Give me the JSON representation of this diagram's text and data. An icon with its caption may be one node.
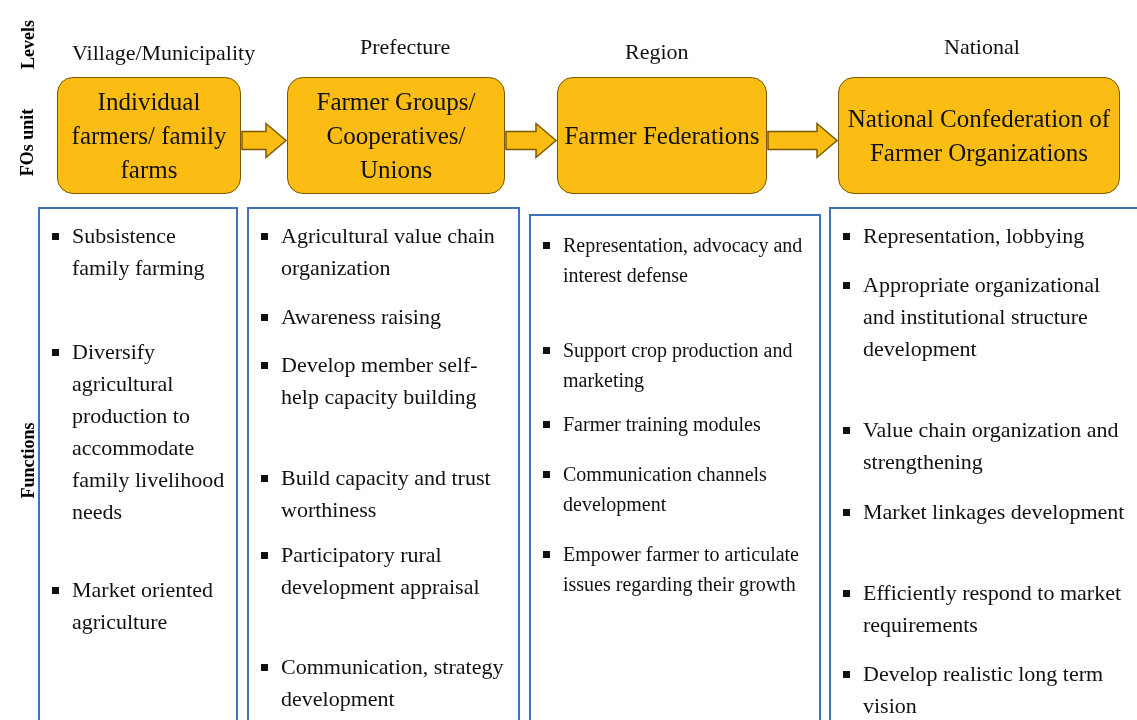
{
  "diagram": {
    "nodes": [
      {
        "text": [
          "Individual farmers/ family farms"
        ],
        "beside": [
          "Village/Municipality"
        ]
      },
      {
        "text": [
          "Farmer Groups/ Cooperatives/ Unions"
        ],
        "beside": [
          "Prefecture"
        ]
      },
      {
        "text": [
          "Farmer Federations"
        ],
        "beside": [
          "Region"
        ]
      },
      {
        "text": [
          "National Confederation of Farmer Organizations"
        ],
        "beside": [
          "National"
        ]
      },
      {
        "text": [
          "Subsistence family farming",
          "Diversify agricultural production to accommodate family livelihood needs",
          "Market oriented agriculture"
        ]
      },
      {
        "text": [
          "Agricultural value chain organization",
          "Awareness raising",
          "Develop member self-help capacity building",
          "Build capacity and trust worthiness",
          "Participatory rural development appraisal",
          "Communication, strategy development"
        ]
      },
      {
        "text": [
          "Representation, advocacy and interest defense",
          "Support crop production and marketing",
          "Farmer training modules",
          "Communication channels development",
          "Empower farmer to articulate issues regarding their growth"
        ]
      },
      {
        "text": [
          "Representation, lobbying",
          "Appropriate organizational and institutional structure development",
          "Value chain organization and strengthening",
          "Market linkages development",
          "Efficiently respond to market requirements",
          "Develop realistic long term vision"
        ]
      }
    ],
    "edges": [
      {
        "from": 0,
        "to": 1,
        "arrow": "to"
      },
      {
        "from": 1,
        "to": 2,
        "arrow": "to"
      },
      {
        "from": 2,
        "to": 3,
        "arrow": "to"
      }
    ],
    "labels": [
      "Levels",
      "FOs unit",
      "Functions"
    ]
  }
}
